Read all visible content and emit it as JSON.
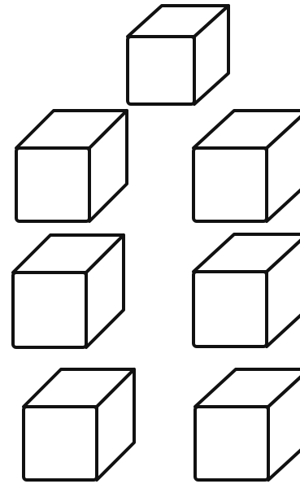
{
  "scene": {
    "background": "#ffffff",
    "stroke_color": "#111111",
    "fill_color": "#ffffff",
    "cube_count": 7,
    "cubes": [
      {
        "name": "cube-top",
        "visible": "full"
      },
      {
        "name": "cube-row1-left",
        "visible": "full"
      },
      {
        "name": "cube-row1-right",
        "visible": "cropped-right"
      },
      {
        "name": "cube-row2-left",
        "visible": "full"
      },
      {
        "name": "cube-row2-right",
        "visible": "cropped-right"
      },
      {
        "name": "cube-row3-left",
        "visible": "full"
      },
      {
        "name": "cube-row3-right",
        "visible": "cropped-right"
      }
    ]
  }
}
